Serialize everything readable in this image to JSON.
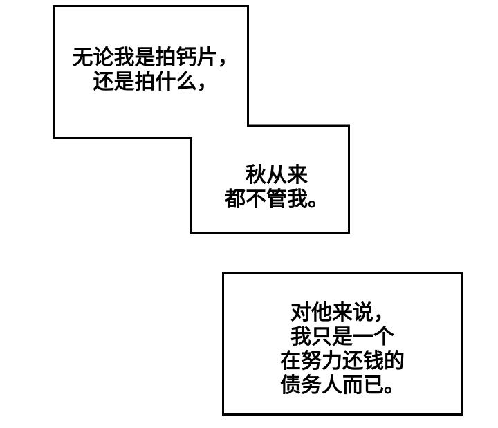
{
  "page": {
    "background_color": "#ffffff",
    "outline_color": "#000000"
  },
  "bubbles": [
    {
      "text": "无论我是拍钙片，\n还是拍什么，"
    },
    {
      "text": "秋从来\n都不管我。"
    },
    {
      "text": "对他来说，\n我只是一个\n在努力还钱的\n债务人而已。"
    }
  ]
}
